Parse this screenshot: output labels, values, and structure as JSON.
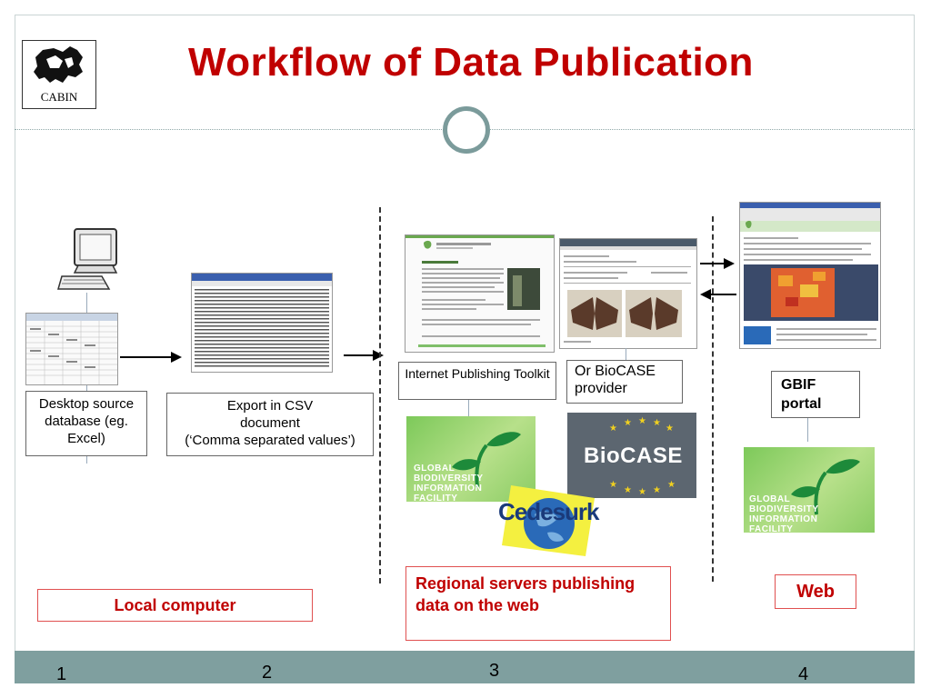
{
  "title": "Workflow of Data Publication",
  "logo_text": "CABIN",
  "labels": {
    "desktop_db": "Desktop source database (eg. Excel)",
    "export_csv_line1": "Export in CSV",
    "export_csv_line2": "document",
    "export_csv_line3": "(‘Comma separated values’)",
    "ipt": "Internet Publishing Toolkit",
    "biocase_provider": "Or BioCASE provider",
    "gbif_portal": "GBIF portal"
  },
  "region_labels": {
    "local": "Local computer",
    "regional": "Regional servers publishing data on the web",
    "web": "Web"
  },
  "logos": {
    "gbif_line1": "GLOBAL",
    "gbif_line2": "BIODIVERSITY",
    "gbif_line3": "INFORMATION",
    "gbif_line4": "FACILITY",
    "biocase": "BioCASE",
    "cedesurk": "Cedesurk"
  },
  "page_numbers": [
    "1",
    "2",
    "3",
    "4"
  ],
  "colors": {
    "title_red": "#c00000",
    "footer": "#7f9f9f",
    "gbif_green": "#7dc95a"
  },
  "icons": [
    "computer-icon",
    "arrow-right-icon",
    "arrow-left-icon"
  ]
}
